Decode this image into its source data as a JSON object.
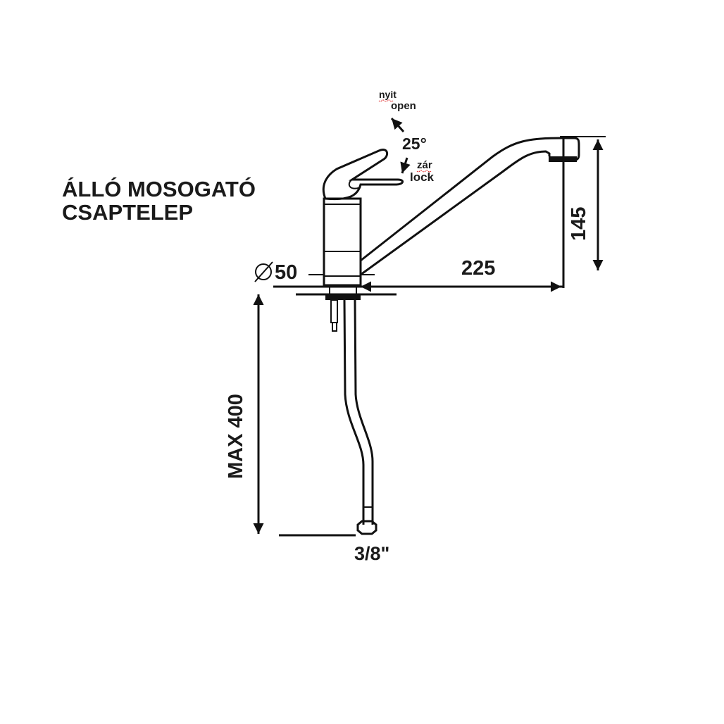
{
  "title": {
    "line1": "ÁLLÓ MOSOGATÓ",
    "line2": "CSAPTELEP"
  },
  "lever": {
    "open_hu": "nyit",
    "open_en": "open",
    "angle": "25°",
    "lock_hu": "zár",
    "lock_en": "lock"
  },
  "dimensions": {
    "diameter": "50",
    "reach": "225",
    "height": "145",
    "hose_length": "MAX 400",
    "connection": "3/8\""
  }
}
